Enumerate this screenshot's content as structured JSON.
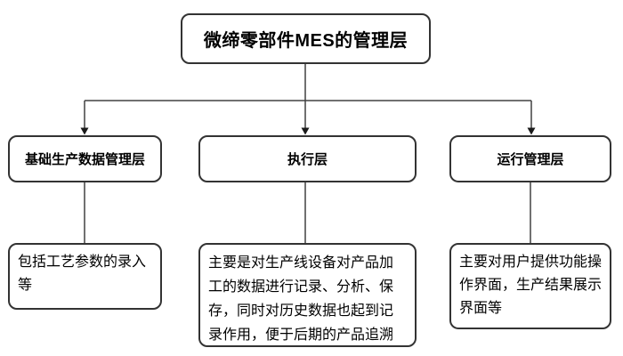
{
  "diagram": {
    "title": "微缔零部件MES的管理层",
    "columns": [
      {
        "header": "基础生产数据管理层",
        "detail": "包括工艺参数的录入\n等"
      },
      {
        "header": "执行层",
        "detail": "主要是对生产线设备对产品加\n工的数据进行记录、分析、保\n存，同时对历史数据也起到记\n录作用，便于后期的产品追溯"
      },
      {
        "header": "运行管理层",
        "detail": "主要对用户提供功能操\n作界面，生产结果展示\n界面等"
      }
    ],
    "colors": {
      "border": "#333333",
      "connector_line": "#404040",
      "arrowhead": "#1a1a1a",
      "text": "#000000",
      "background": "#ffffff"
    }
  }
}
